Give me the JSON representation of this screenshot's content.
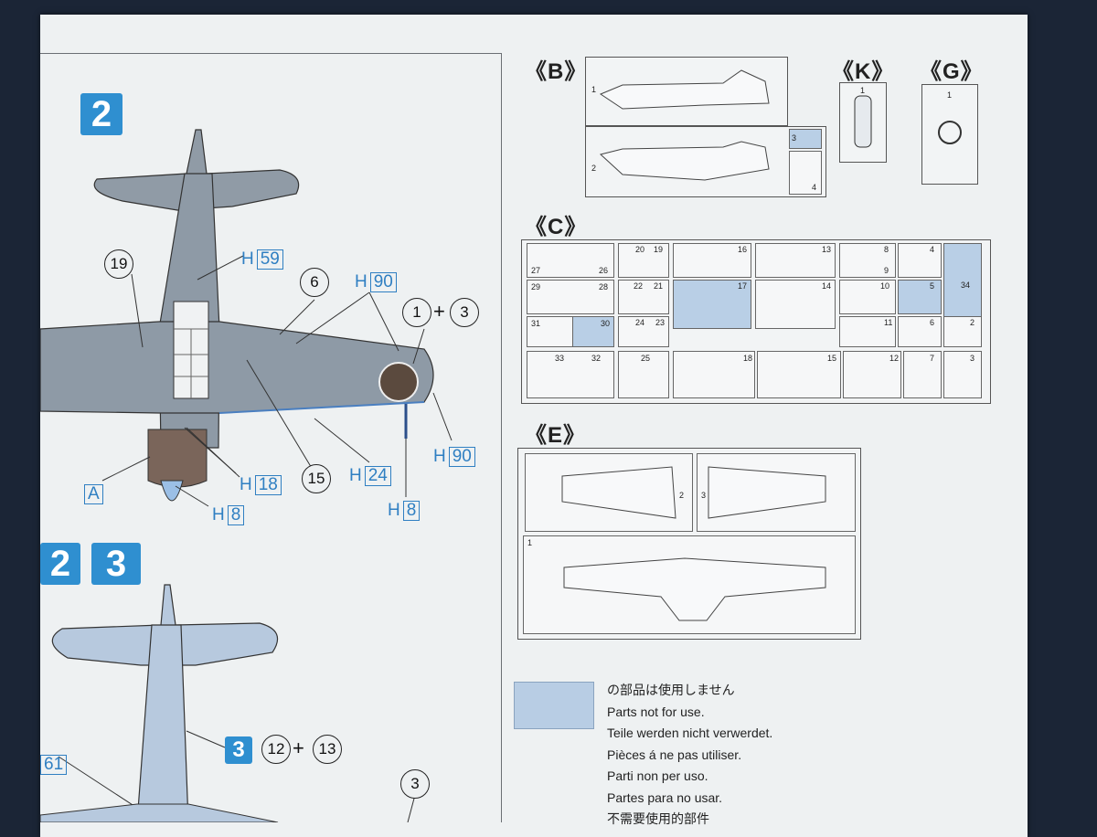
{
  "sections": {
    "B": "《B》",
    "K": "《K》",
    "G": "《G》",
    "C": "《C》",
    "E": "《E》"
  },
  "steps": {
    "step2": "2",
    "step2b": "2",
    "step3": "3",
    "step3_small": "3"
  },
  "callouts": {
    "c19": "19",
    "c6": "6",
    "c1": "1",
    "plus1": "+",
    "c3": "3",
    "c15": "15",
    "c12": "12",
    "plus2": "+",
    "c13": "13",
    "c3b": "3"
  },
  "refs": {
    "h59_l": "H",
    "h59_n": "59",
    "h90a_l": "H",
    "h90a_n": "90",
    "h90b_l": "H",
    "h90b_n": "90",
    "h18_l": "H",
    "h18_n": "18",
    "h24_l": "H",
    "h24_n": "24",
    "h8a_l": "H",
    "h8a_n": "8",
    "h8b_l": "H",
    "h8b_n": "8",
    "a_l": "A",
    "n61": "61"
  },
  "part_numbers": {
    "b": [
      "1",
      "2",
      "3",
      "4"
    ],
    "k": [
      "1"
    ],
    "g": [
      "1"
    ],
    "c": [
      "27",
      "26",
      "20",
      "19",
      "16",
      "13",
      "8",
      "9",
      "4",
      "29",
      "28",
      "22",
      "21",
      "17",
      "14",
      "10",
      "5",
      "34",
      "31",
      "30",
      "24",
      "23",
      "11",
      "6",
      "2",
      "33",
      "32",
      "25",
      "18",
      "15",
      "12",
      "7",
      "3"
    ],
    "e": [
      "2",
      "3",
      "1"
    ]
  },
  "legend": {
    "lines": [
      "の部品は使用しません",
      "Parts not for use.",
      "Teile werden nicht verwerdet.",
      "Pièces á ne pas utiliser.",
      "Parti non per uso.",
      "Partes para no usar.",
      "不需要使用的部件"
    ]
  },
  "colors": {
    "accent_blue": "#2f8fd0",
    "unused_parts": "#b8cde4",
    "paper": "#eef1f2",
    "aircraft_gray": "#8e9aa6"
  }
}
